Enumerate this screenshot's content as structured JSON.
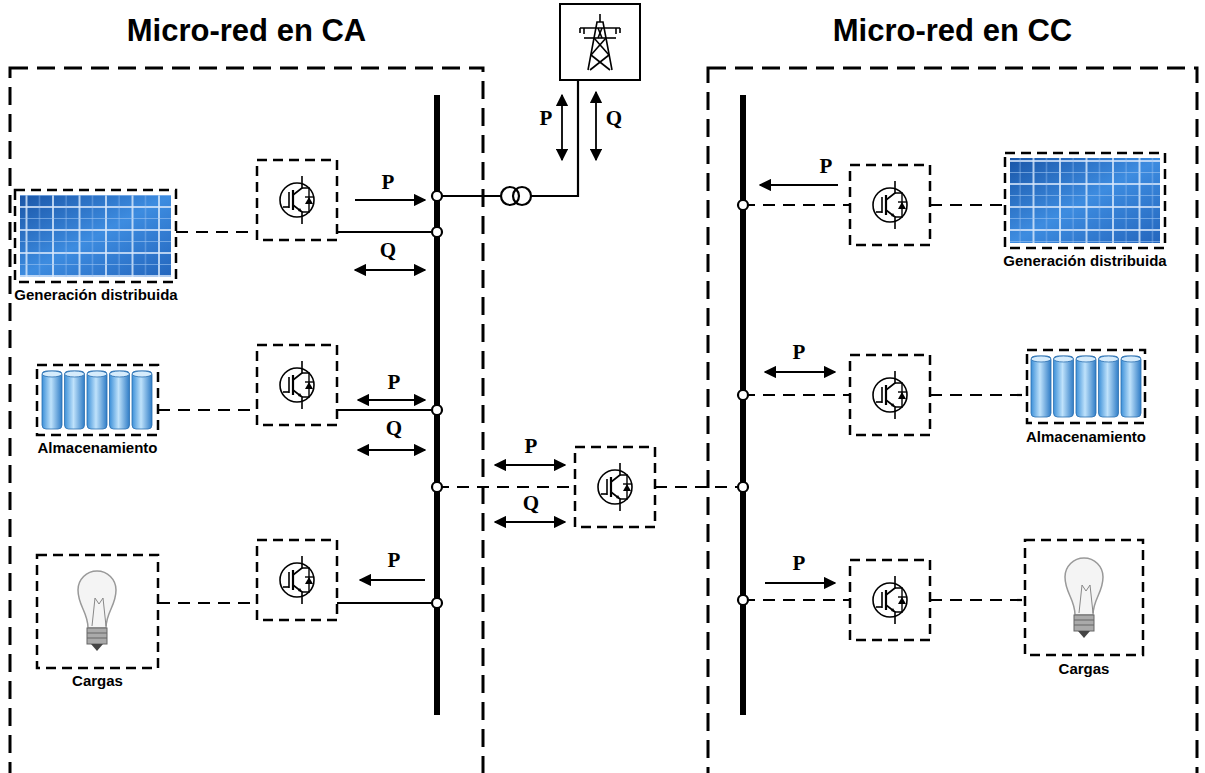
{
  "diagram": {
    "nodes": [
      {
        "text": [
          "Micro-red en CA"
        ]
      },
      {
        "text": [
          "Generación distribuida"
        ],
        "in": 0
      },
      {
        "text": [
          "Almacenamiento"
        ],
        "in": 0
      },
      {
        "text": [
          "Cargas"
        ],
        "in": 0
      },
      {
        "text": [
          "Micro-red en CC"
        ]
      },
      {
        "text": [
          "Generación distribuida"
        ],
        "in": 4
      },
      {
        "text": [
          "Almacenamiento"
        ],
        "in": 4
      },
      {
        "text": [
          "Cargas"
        ],
        "in": 4
      }
    ],
    "labels": [
      "P",
      "Q",
      "P",
      "Q",
      "P",
      "Q",
      "P",
      "Q",
      "P",
      "P",
      "P",
      "P"
    ]
  }
}
